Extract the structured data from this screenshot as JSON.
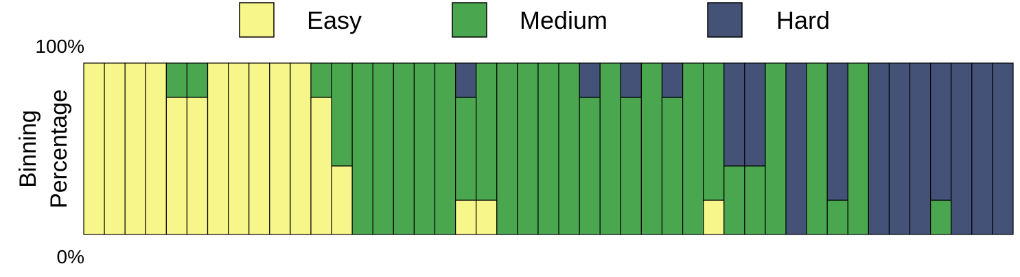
{
  "chart_data": {
    "type": "bar",
    "stacked": true,
    "percent": true,
    "xlabel": "",
    "ylabel_lines": [
      "Binning",
      "Percentage"
    ],
    "y_ticks": [
      "100%",
      "0%"
    ],
    "ylim": [
      0,
      100
    ],
    "legend": {
      "position": "top",
      "entries": [
        {
          "name": "Easy",
          "color": "#F7F68A"
        },
        {
          "name": "Medium",
          "color": "#4BA74F"
        },
        {
          "name": "Hard",
          "color": "#435276"
        }
      ]
    },
    "series_order": [
      "Easy",
      "Medium",
      "Hard"
    ],
    "bars": [
      [
        100,
        0,
        0
      ],
      [
        100,
        0,
        0
      ],
      [
        100,
        0,
        0
      ],
      [
        100,
        0,
        0
      ],
      [
        80,
        20,
        0
      ],
      [
        80,
        20,
        0
      ],
      [
        100,
        0,
        0
      ],
      [
        100,
        0,
        0
      ],
      [
        100,
        0,
        0
      ],
      [
        100,
        0,
        0
      ],
      [
        100,
        0,
        0
      ],
      [
        80,
        20,
        0
      ],
      [
        40,
        60,
        0
      ],
      [
        0,
        100,
        0
      ],
      [
        0,
        100,
        0
      ],
      [
        0,
        100,
        0
      ],
      [
        0,
        100,
        0
      ],
      [
        0,
        100,
        0
      ],
      [
        20,
        60,
        20
      ],
      [
        20,
        80,
        0
      ],
      [
        0,
        100,
        0
      ],
      [
        0,
        100,
        0
      ],
      [
        0,
        100,
        0
      ],
      [
        0,
        100,
        0
      ],
      [
        0,
        80,
        20
      ],
      [
        0,
        100,
        0
      ],
      [
        0,
        80,
        20
      ],
      [
        0,
        100,
        0
      ],
      [
        0,
        80,
        20
      ],
      [
        0,
        100,
        0
      ],
      [
        20,
        80,
        0
      ],
      [
        0,
        40,
        60
      ],
      [
        0,
        40,
        60
      ],
      [
        0,
        100,
        0
      ],
      [
        0,
        0,
        100
      ],
      [
        0,
        100,
        0
      ],
      [
        0,
        20,
        80
      ],
      [
        0,
        100,
        0
      ],
      [
        0,
        0,
        100
      ],
      [
        0,
        0,
        100
      ],
      [
        0,
        0,
        100
      ],
      [
        0,
        20,
        80
      ],
      [
        0,
        0,
        100
      ],
      [
        0,
        0,
        100
      ],
      [
        0,
        0,
        100
      ]
    ]
  }
}
